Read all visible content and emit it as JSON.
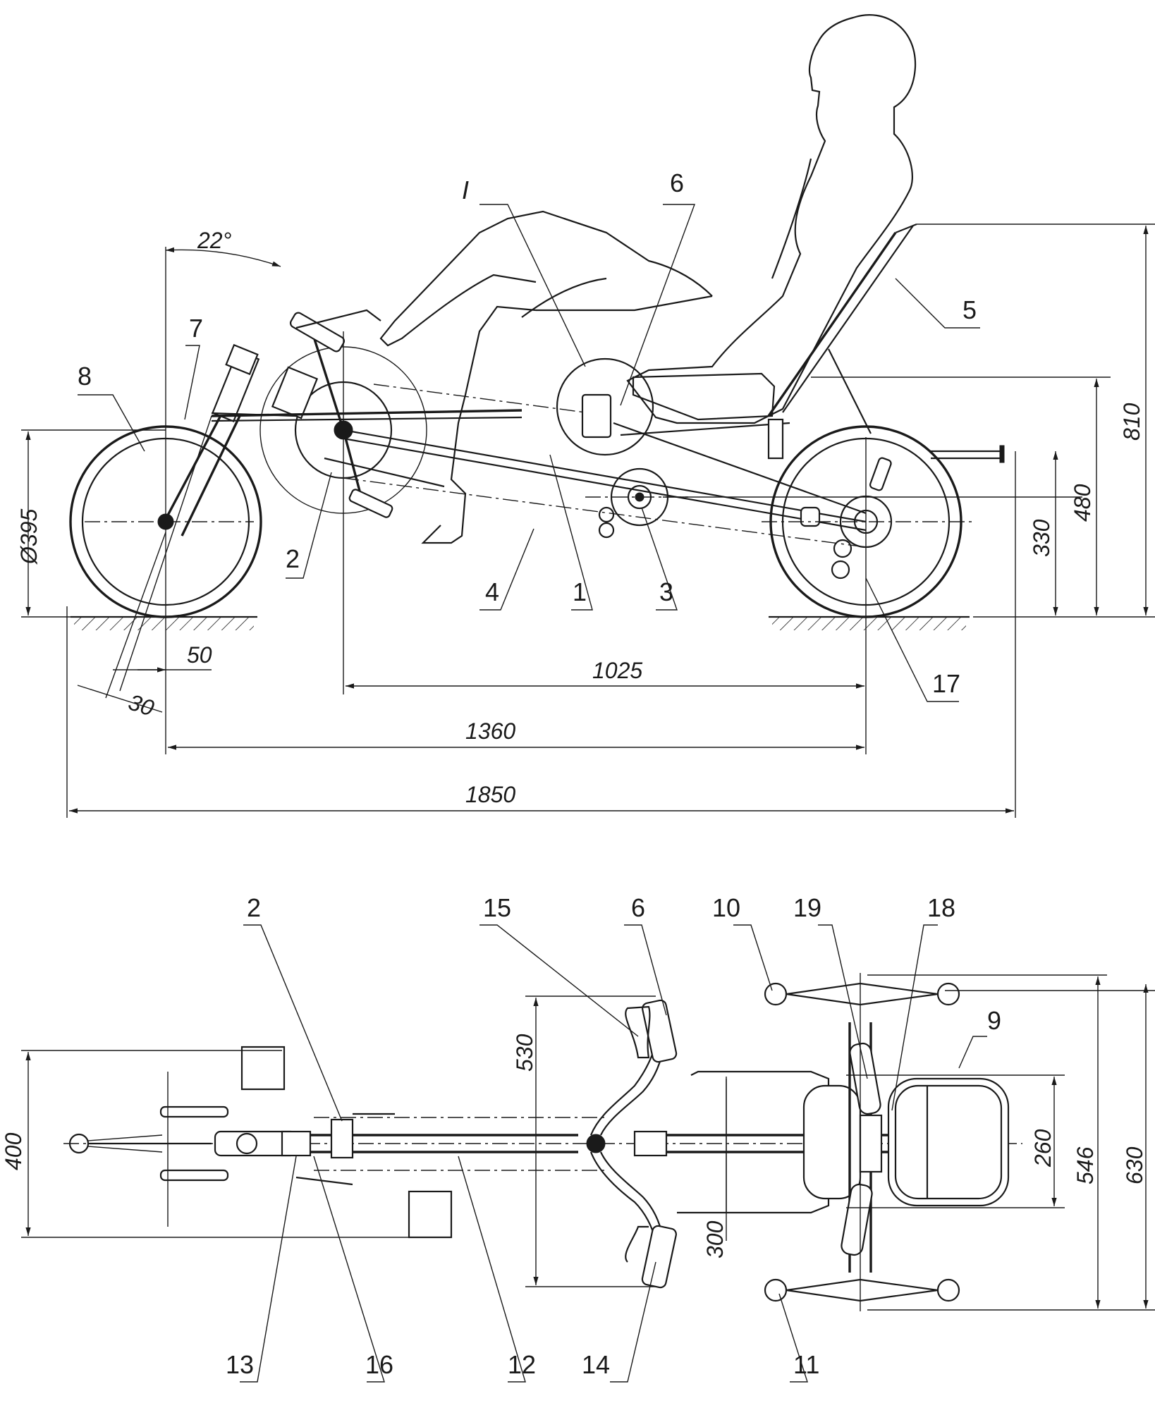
{
  "side_view": {
    "labels": {
      "l1": "1",
      "l2": "2",
      "l3": "3",
      "l4": "4",
      "l5": "5",
      "l6": "6",
      "l7": "7",
      "l8": "8",
      "l17": "17",
      "lI": "I"
    },
    "dimensions": {
      "angle": "22°",
      "wheel_diameter": "Ø395",
      "d50": "50",
      "d30": "30",
      "d1025": "1025",
      "d1360": "1360",
      "d1850": "1850",
      "d330": "330",
      "d480": "480",
      "d810": "810"
    }
  },
  "top_view": {
    "labels": {
      "l2": "2",
      "l6": "6",
      "l9": "9",
      "l10": "10",
      "l11": "11",
      "l12": "12",
      "l13": "13",
      "l14": "14",
      "l15": "15",
      "l16": "16",
      "l18": "18",
      "l19": "19"
    },
    "dimensions": {
      "d400": "400",
      "d530": "530",
      "d300": "300",
      "d260": "260",
      "d546": "546",
      "d630": "630"
    }
  }
}
